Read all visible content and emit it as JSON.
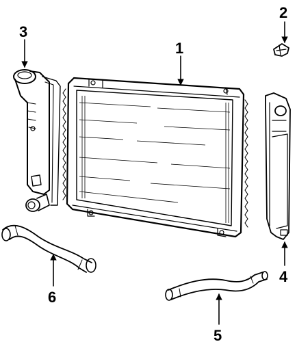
{
  "diagram": {
    "parts": [
      {
        "id": "1",
        "label": "1"
      },
      {
        "id": "2",
        "label": "2"
      },
      {
        "id": "3",
        "label": "3"
      },
      {
        "id": "4",
        "label": "4"
      },
      {
        "id": "5",
        "label": "5"
      },
      {
        "id": "6",
        "label": "6"
      }
    ]
  }
}
